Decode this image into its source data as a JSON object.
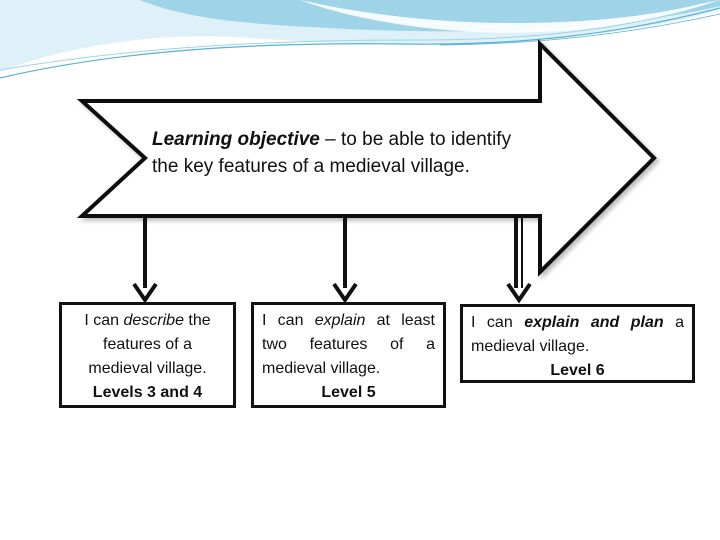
{
  "objective": {
    "emphasis": "Learning objective",
    "line1_rest": " – to be able to identify",
    "line2": "the key features of a medieval village."
  },
  "boxes": [
    {
      "pre": "I can ",
      "verb": "describe",
      "post": " the",
      "line2": "features of a",
      "line3": "medieval village.",
      "level": "Levels 3 and 4"
    },
    {
      "pre": "I can ",
      "verb": "explain",
      "post": " at least",
      "line2": "two features of a",
      "line3": "medieval village.",
      "level": "Level 5"
    },
    {
      "pre": "I can ",
      "verb": "explain and plan",
      "post": " a",
      "line2": "medieval village.",
      "level": "Level 6"
    }
  ],
  "colors": {
    "stroke": "#111111",
    "swoosh_light": "#dff1f8",
    "swoosh_mid": "#9fd3e8",
    "swoosh_dark": "#5bb0d3"
  }
}
